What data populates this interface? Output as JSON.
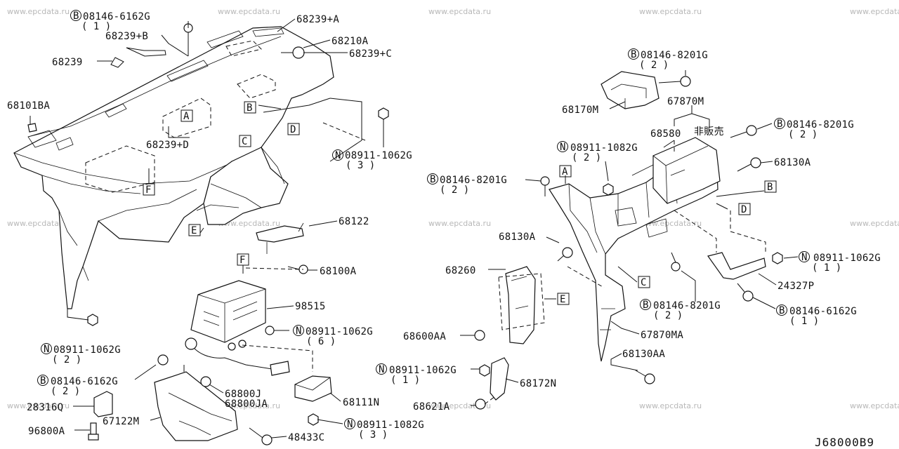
{
  "watermarks": {
    "text": "www.epcdata.ru"
  },
  "diagram_code": "J68000B9",
  "not_sold": "非販売",
  "callouts": {
    "a": "A",
    "b": "B",
    "c": "C",
    "d": "D",
    "e": "E",
    "f": "F"
  },
  "parts": {
    "p68239a": "68239+A",
    "p68239b": "68239+B",
    "p68239": "68239",
    "p68239c": "68239+C",
    "p68239d": "68239+D",
    "p68210a": "68210A",
    "p68101ba": "68101BA",
    "p68122": "68122",
    "p68100a": "68100A",
    "p98515": "98515",
    "p68800j": "68800J",
    "p68800ja": "68800JA",
    "p68111n": "68111N",
    "p28316q": "28316Q",
    "p96800a": "96800A",
    "p67122m": "67122M",
    "p48433c": "48433C",
    "p68170m": "68170M",
    "p67870m": "67870M",
    "p68580": "68580",
    "p68130a_r": "68130A",
    "p68130a_l": "68130A",
    "p68260": "68260",
    "p68600aa": "68600AA",
    "p24327p": "24327P",
    "p67870ma": "67870MA",
    "p68130aa": "68130AA",
    "p68172n": "68172N",
    "p68621a": "68621A"
  },
  "fasteners": {
    "f1": {
      "prefix": "B",
      "number": "08146-6162G",
      "qty": "( 1 )"
    },
    "f2": {
      "prefix": "N",
      "number": "08911-1062G",
      "qty": "( 3 )"
    },
    "f3": {
      "prefix": "N",
      "number": "08911-1062G",
      "qty": "( 2 )"
    },
    "f4": {
      "prefix": "N",
      "number": "08911-1062G",
      "qty": "( 6 )"
    },
    "f5": {
      "prefix": "B",
      "number": "08146-6162G",
      "qty": "( 2 )"
    },
    "f6": {
      "prefix": "N",
      "number": "08911-1082G",
      "qty": "( 3 )"
    },
    "f7": {
      "prefix": "B",
      "number": "08146-8201G",
      "qty": "( 2 )"
    },
    "f8": {
      "prefix": "B",
      "number": "08146-8201G",
      "qty": "( 2 )"
    },
    "f9": {
      "prefix": "N",
      "number": "08911-1082G",
      "qty": "( 2 )"
    },
    "f10": {
      "prefix": "B",
      "number": "08146-8201G",
      "qty": "( 2 )"
    },
    "f11": {
      "prefix": "N",
      "number": "08911-1062G",
      "qty": "( 1 )"
    },
    "f12": {
      "prefix": "B",
      "number": "08146-8201G",
      "qty": "( 2 )"
    },
    "f13": {
      "prefix": "B",
      "number": "08146-6162G",
      "qty": "( 1 )"
    },
    "f14": {
      "prefix": "N",
      "number": "08911-1062G",
      "qty": "( 1 )"
    }
  }
}
